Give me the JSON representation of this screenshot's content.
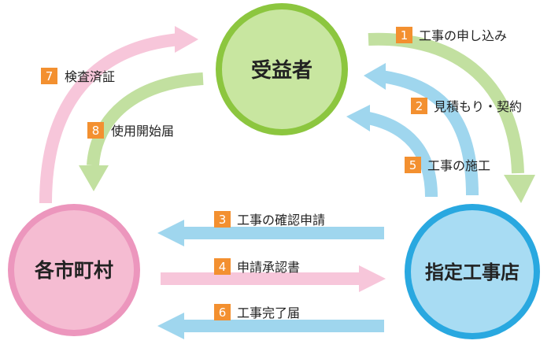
{
  "nodes": {
    "beneficiary": {
      "label": "受益者",
      "fill": "#c8e6a0",
      "stroke": "#8cc63f"
    },
    "municipality": {
      "label": "各市町村",
      "fill": "#f5bcd2",
      "stroke": "#ec96bd"
    },
    "contractor": {
      "label": "指定工事店",
      "fill": "#a8dcf3",
      "stroke": "#29a8e0"
    }
  },
  "steps": [
    {
      "num": "1",
      "label": "工事の申し込み"
    },
    {
      "num": "2",
      "label": "見積もり・契約"
    },
    {
      "num": "3",
      "label": "工事の確認申請"
    },
    {
      "num": "4",
      "label": "申請承認書"
    },
    {
      "num": "5",
      "label": "工事の施工"
    },
    {
      "num": "6",
      "label": "工事完了届"
    },
    {
      "num": "7",
      "label": "検査済証"
    },
    {
      "num": "8",
      "label": "使用開始届"
    }
  ],
  "colors": {
    "badge": "#f39030",
    "green_arrow": "#c2e0a0",
    "blue_arrow": "#9fd6ee",
    "pink_arrow": "#f7c6da"
  }
}
